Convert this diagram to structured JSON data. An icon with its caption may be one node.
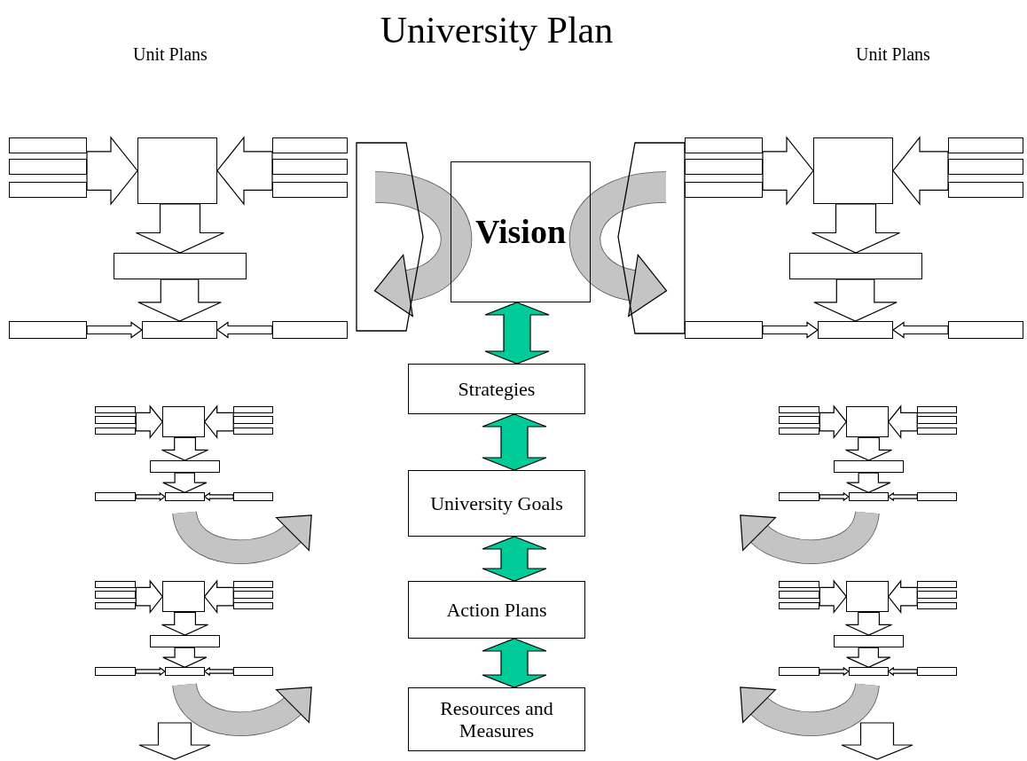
{
  "diagram": {
    "title": "University Plan",
    "nodes": [
      {
        "text": [],
        "shape": "box"
      },
      {
        "text": [],
        "shape": "box"
      },
      {
        "text": [],
        "shape": "box"
      },
      {
        "text": [],
        "shape": "box"
      },
      {
        "text": [],
        "shape": "box"
      },
      {
        "text": [],
        "shape": "box"
      },
      {
        "text": [],
        "shape": "box"
      },
      {
        "text": [],
        "shape": "box"
      },
      {
        "text": [],
        "shape": "box"
      },
      {
        "text": [],
        "shape": "box"
      },
      {
        "text": [],
        "shape": "box"
      },
      {
        "text": [],
        "shape": "box"
      },
      {
        "text": [
          "Vision"
        ]
      },
      {
        "text": [],
        "shape": "box"
      },
      {
        "text": [],
        "shape": "box"
      },
      {
        "text": [],
        "shape": "box"
      },
      {
        "text": [],
        "shape": "box"
      },
      {
        "text": [],
        "shape": "box"
      },
      {
        "text": [],
        "shape": "box"
      },
      {
        "text": [],
        "shape": "box"
      },
      {
        "text": [],
        "shape": "box"
      },
      {
        "text": [],
        "shape": "box"
      },
      {
        "text": [],
        "shape": "box"
      },
      {
        "text": [],
        "shape": "box"
      },
      {
        "text": [],
        "shape": "box"
      },
      {
        "text": [
          "Strategies"
        ]
      },
      {
        "text": [],
        "shape": "box"
      },
      {
        "text": [],
        "shape": "box"
      },
      {
        "text": [],
        "shape": "box"
      },
      {
        "text": [],
        "shape": "box"
      },
      {
        "text": [],
        "shape": "box"
      },
      {
        "text": [],
        "shape": "box"
      },
      {
        "text": [],
        "shape": "box"
      },
      {
        "text": [],
        "shape": "box"
      },
      {
        "text": [],
        "shape": "box"
      },
      {
        "text": [],
        "shape": "box"
      },
      {
        "text": [],
        "shape": "box"
      },
      {
        "text": [],
        "shape": "box"
      },
      {
        "text": [],
        "shape": "box"
      },
      {
        "text": [],
        "shape": "box"
      },
      {
        "text": [],
        "shape": "box"
      },
      {
        "text": [],
        "shape": "box"
      },
      {
        "text": [],
        "shape": "box"
      },
      {
        "text": [],
        "shape": "box"
      },
      {
        "text": [],
        "shape": "box"
      },
      {
        "text": [],
        "shape": "box"
      },
      {
        "text": [],
        "shape": "box"
      },
      {
        "text": [],
        "shape": "box"
      },
      {
        "text": [
          "University Goals"
        ]
      },
      {
        "text": [
          "Action Plans"
        ]
      },
      {
        "text": [],
        "shape": "box"
      },
      {
        "text": [],
        "shape": "box"
      },
      {
        "text": [],
        "shape": "box"
      },
      {
        "text": [],
        "shape": "box"
      },
      {
        "text": [],
        "shape": "box"
      },
      {
        "text": [],
        "shape": "box"
      },
      {
        "text": [],
        "shape": "box"
      },
      {
        "text": [],
        "shape": "box"
      },
      {
        "text": [],
        "shape": "box"
      },
      {
        "text": [],
        "shape": "box"
      },
      {
        "text": [],
        "shape": "box"
      },
      {
        "text": [],
        "shape": "box"
      },
      {
        "text": [],
        "shape": "box"
      },
      {
        "text": [],
        "shape": "box"
      },
      {
        "text": [],
        "shape": "box"
      },
      {
        "text": [],
        "shape": "box"
      },
      {
        "text": [],
        "shape": "box"
      },
      {
        "text": [],
        "shape": "box"
      },
      {
        "text": [],
        "shape": "box"
      },
      {
        "text": [],
        "shape": "box"
      },
      {
        "text": [],
        "shape": "box"
      },
      {
        "text": [],
        "shape": "box"
      },
      {
        "text": [
          "Resources and Measures"
        ]
      }
    ],
    "edges": [
      {
        "from": 1,
        "to": 3,
        "arrow": "to"
      },
      {
        "from": 5,
        "to": 3,
        "arrow": "to"
      },
      {
        "from": 3,
        "to": 7,
        "arrow": "to"
      },
      {
        "from": 7,
        "to": 9,
        "arrow": "to"
      },
      {
        "from": 8,
        "to": 9,
        "arrow": "to"
      },
      {
        "from": 10,
        "to": 9,
        "arrow": "to"
      },
      {
        "from": 15,
        "to": 17,
        "arrow": "to"
      },
      {
        "from": 19,
        "to": 17,
        "arrow": "to"
      },
      {
        "from": 17,
        "to": 21,
        "arrow": "to"
      },
      {
        "from": 21,
        "to": 23,
        "arrow": "to"
      },
      {
        "from": 22,
        "to": 23,
        "arrow": "to"
      },
      {
        "from": 24,
        "to": 23,
        "arrow": "to"
      },
      {
        "from": 27,
        "to": 29,
        "arrow": "to"
      },
      {
        "from": 31,
        "to": 29,
        "arrow": "to"
      },
      {
        "from": 29,
        "to": 33,
        "arrow": "to"
      },
      {
        "from": 33,
        "to": 35,
        "arrow": "to"
      },
      {
        "from": 34,
        "to": 35,
        "arrow": "to"
      },
      {
        "from": 36,
        "to": 35,
        "arrow": "to"
      },
      {
        "from": 38,
        "to": 40,
        "arrow": "to"
      },
      {
        "from": 42,
        "to": 40,
        "arrow": "to"
      },
      {
        "from": 40,
        "to": 44,
        "arrow": "to"
      },
      {
        "from": 44,
        "to": 46,
        "arrow": "to"
      },
      {
        "from": 45,
        "to": 46,
        "arrow": "to"
      },
      {
        "from": 47,
        "to": 46,
        "arrow": "to"
      },
      {
        "from": 51,
        "to": 53,
        "arrow": "to"
      },
      {
        "from": 55,
        "to": 53,
        "arrow": "to"
      },
      {
        "from": 53,
        "to": 57,
        "arrow": "to"
      },
      {
        "from": 57,
        "to": 59,
        "arrow": "to"
      },
      {
        "from": 58,
        "to": 59,
        "arrow": "to"
      },
      {
        "from": 60,
        "to": 59,
        "arrow": "to"
      },
      {
        "from": 62,
        "to": 64,
        "arrow": "to"
      },
      {
        "from": 66,
        "to": 64,
        "arrow": "to"
      },
      {
        "from": 64,
        "to": 68,
        "arrow": "to"
      },
      {
        "from": 68,
        "to": 70,
        "arrow": "to"
      },
      {
        "from": 69,
        "to": 70,
        "arrow": "to"
      },
      {
        "from": 71,
        "to": 70,
        "arrow": "to"
      },
      {
        "from": 12,
        "to": 25,
        "arrow": "both",
        "color": "#00cc99"
      },
      {
        "from": 25,
        "to": 48,
        "arrow": "both",
        "color": "#00cc99"
      },
      {
        "from": 48,
        "to": 49,
        "arrow": "both",
        "color": "#00cc99"
      },
      {
        "from": 49,
        "to": 72,
        "arrow": "both",
        "color": "#00cc99"
      },
      {
        "from": null,
        "to": 11,
        "arrow": "to",
        "color": "#c4c4c4"
      },
      {
        "from": null,
        "to": 13,
        "arrow": "to",
        "color": "#c4c4c4"
      }
    ],
    "labels": [
      "Unit Plans",
      "Unit Plans"
    ]
  }
}
